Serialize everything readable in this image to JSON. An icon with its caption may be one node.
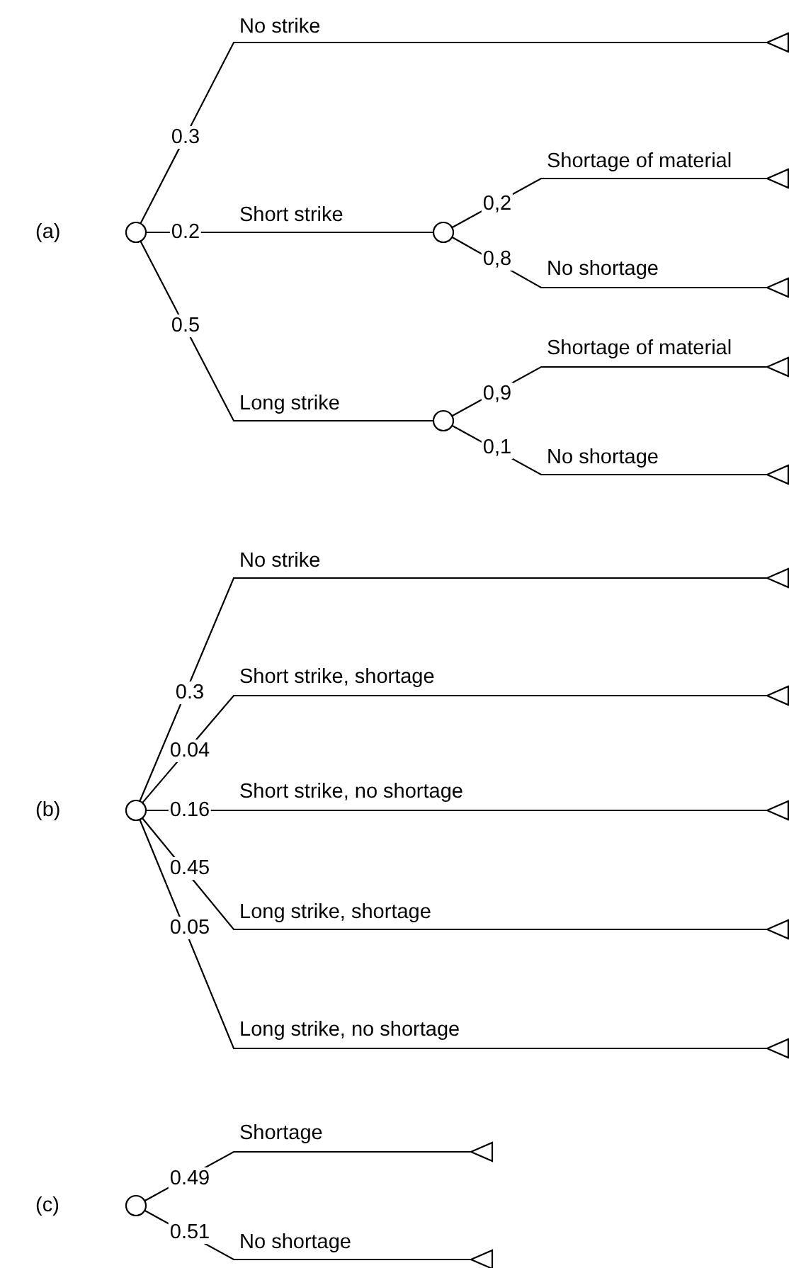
{
  "diagram": {
    "nodes": [
      {
        "text": [],
        "shape": "circle"
      },
      {
        "text": [],
        "shape": "triangle"
      },
      {
        "text": [],
        "shape": "circle"
      },
      {
        "text": [],
        "shape": "triangle"
      },
      {
        "text": [],
        "shape": "triangle"
      },
      {
        "text": [],
        "shape": "circle"
      },
      {
        "text": [],
        "shape": "triangle"
      },
      {
        "text": [],
        "shape": "triangle"
      },
      {
        "text": [],
        "shape": "circle"
      },
      {
        "text": [],
        "shape": "triangle"
      },
      {
        "text": [],
        "shape": "triangle"
      },
      {
        "text": [],
        "shape": "triangle"
      },
      {
        "text": [],
        "shape": "triangle"
      },
      {
        "text": [],
        "shape": "triangle"
      },
      {
        "text": [],
        "shape": "circle"
      },
      {
        "text": [],
        "shape": "triangle"
      },
      {
        "text": [],
        "shape": "triangle"
      }
    ],
    "edges": [
      {
        "from": 0,
        "to": 1,
        "arrow": "none",
        "label": "No strike"
      },
      {
        "from": 0,
        "to": 2,
        "arrow": "none",
        "label": "Short strike"
      },
      {
        "from": 0,
        "to": 5,
        "arrow": "none",
        "label": "Long strike"
      },
      {
        "from": 2,
        "to": 3,
        "arrow": "none",
        "label": "Shortage of material"
      },
      {
        "from": 2,
        "to": 4,
        "arrow": "none",
        "label": "No shortage"
      },
      {
        "from": 5,
        "to": 6,
        "arrow": "none",
        "label": "Shortage of material"
      },
      {
        "from": 5,
        "to": 7,
        "arrow": "none",
        "label": "No shortage"
      },
      {
        "from": 8,
        "to": 9,
        "arrow": "none",
        "label": "No strike"
      },
      {
        "from": 8,
        "to": 10,
        "arrow": "none",
        "label": "Short strike, shortage"
      },
      {
        "from": 8,
        "to": 11,
        "arrow": "none",
        "label": "Short strike, no shortage"
      },
      {
        "from": 8,
        "to": 12,
        "arrow": "none",
        "label": "Long strike, shortage"
      },
      {
        "from": 8,
        "to": 13,
        "arrow": "none",
        "label": "Long strike, no shortage"
      },
      {
        "from": 14,
        "to": 15,
        "arrow": "none",
        "label": "Shortage"
      },
      {
        "from": 14,
        "to": 16,
        "arrow": "none",
        "label": "No shortage"
      }
    ],
    "labels": [
      "(a)",
      "0.3",
      "0.2",
      "0.5",
      "0,2",
      "0,8",
      "0,9",
      "0,1",
      "(b)",
      "0.3",
      "0.04",
      "0.16",
      "0.45",
      "0.05",
      "(c)",
      "0.49",
      "0.51"
    ]
  }
}
